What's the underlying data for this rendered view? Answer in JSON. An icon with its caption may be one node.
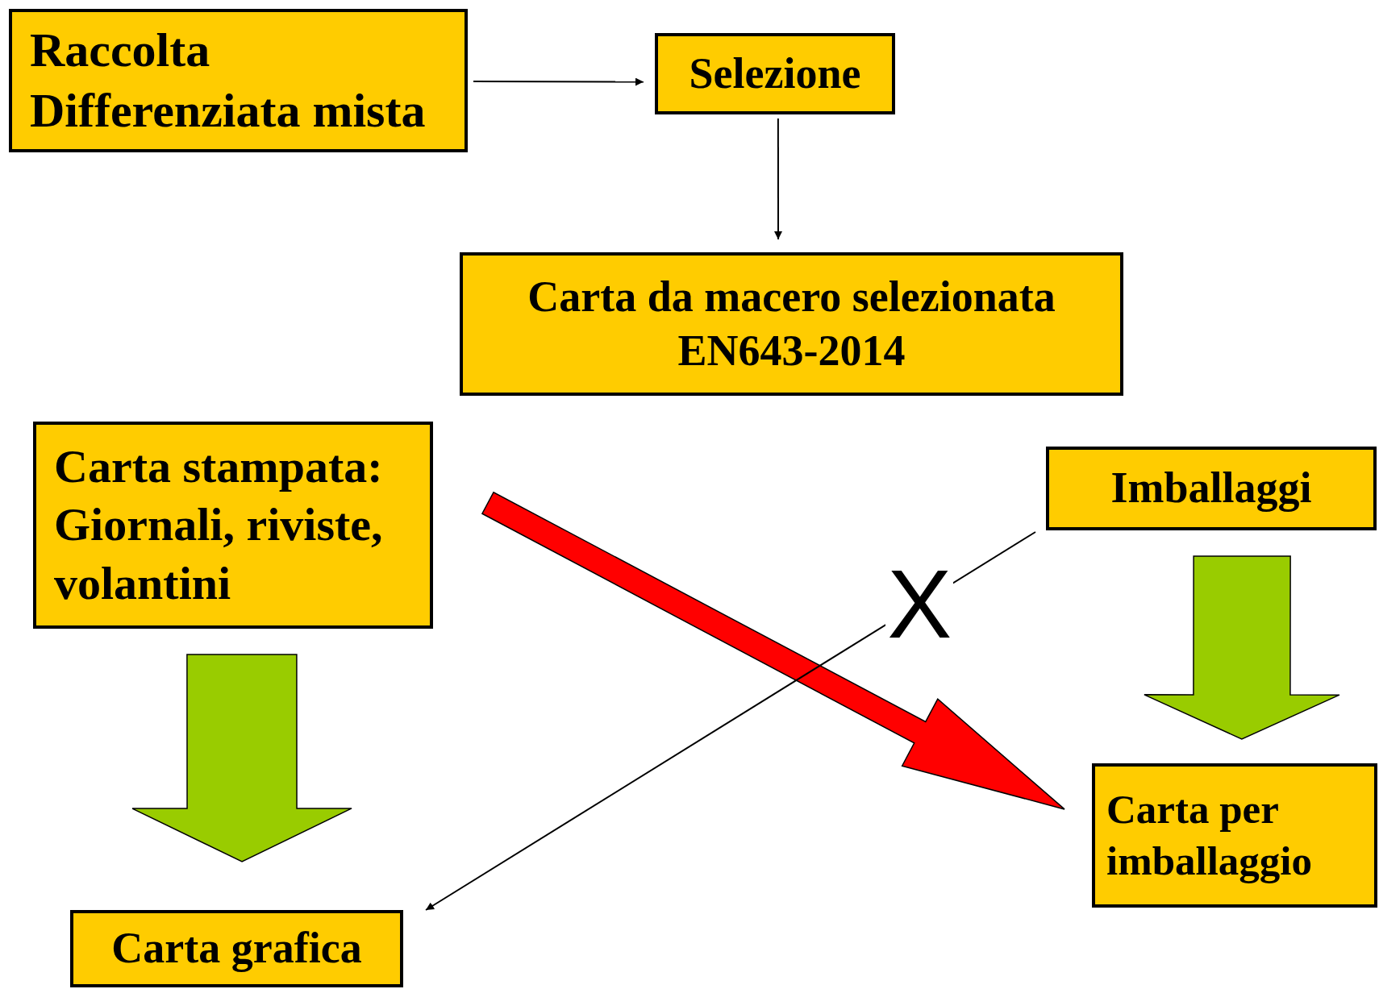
{
  "diagram": {
    "nodes": [
      {
        "text": [
          "Raccolta Differenziata mista"
        ]
      },
      {
        "text": [
          "Selezione"
        ]
      },
      {
        "text": [
          "Carta da macero selezionata",
          "EN643-2014"
        ]
      },
      {
        "text": [
          "Carta stampata: Giornali, riviste, volantini"
        ]
      },
      {
        "text": [
          "Imballaggi"
        ]
      },
      {
        "text": [
          "Carta per imballaggio"
        ]
      },
      {
        "text": [
          "Carta grafica"
        ]
      }
    ],
    "edges": [
      {
        "from": 0,
        "to": 1,
        "arrow": "to"
      },
      {
        "from": 1,
        "to": 2,
        "arrow": "to"
      },
      {
        "from": 3,
        "to": 6,
        "arrow": "to",
        "style": "thick",
        "color": "#99cc00"
      },
      {
        "from": 4,
        "to": 5,
        "arrow": "to",
        "style": "thick",
        "color": "#99cc00"
      },
      {
        "from": 3,
        "to": 5,
        "arrow": "to",
        "style": "thick",
        "color": "#ff0000"
      },
      {
        "from": 4,
        "to": 6,
        "arrow": "to",
        "label": "X"
      }
    ]
  }
}
